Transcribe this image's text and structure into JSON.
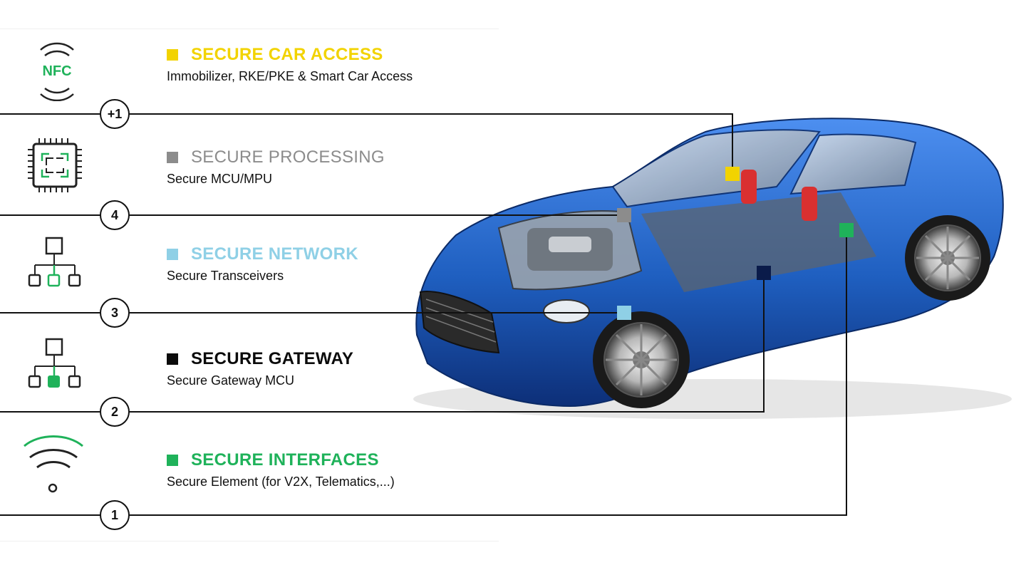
{
  "colors": {
    "car_access": "#f2d300",
    "processing": "#8c8c8c",
    "network": "#8fd0e6",
    "gateway": "#0b0b0b",
    "interfaces": "#1fb25a",
    "gateway_dot": "#0a1b4a",
    "line": "#111111",
    "car_body": "#1f5fc0"
  },
  "features": [
    {
      "id": "car-access",
      "title": "SECURE CAR ACCESS",
      "subtitle": "Immobilizer, RKE/PKE & Smart Car Access",
      "marker": "+1",
      "icon": "nfc-icon",
      "icon_text": "NFC"
    },
    {
      "id": "processing",
      "title": "SECURE PROCESSING",
      "subtitle": "Secure MCU/MPU",
      "marker": "4",
      "icon": "chip-icon"
    },
    {
      "id": "network",
      "title": "SECURE NETWORK",
      "subtitle": "Secure Transceivers",
      "marker": "3",
      "icon": "network-tree-icon"
    },
    {
      "id": "gateway",
      "title": "SECURE GATEWAY",
      "subtitle": "Secure Gateway MCU",
      "marker": "2",
      "icon": "gateway-tree-icon"
    },
    {
      "id": "interfaces",
      "title": "SECURE INTERFACES",
      "subtitle": "Secure Element (for V2X, Telematics,...)",
      "marker": "1",
      "icon": "wireless-icon"
    }
  ]
}
